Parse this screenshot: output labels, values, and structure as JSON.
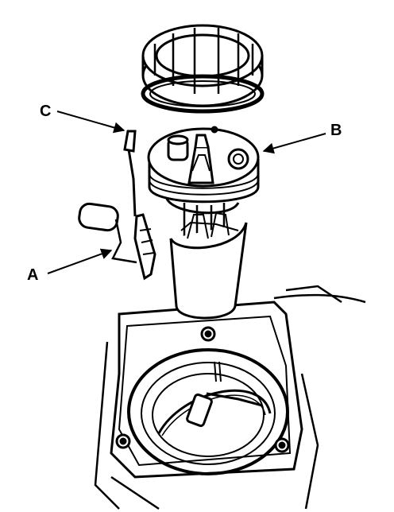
{
  "figure": {
    "callouts": {
      "a": "A",
      "b": "B",
      "c": "C"
    }
  },
  "colors": {
    "ink": "#000000",
    "paper": "#ffffff"
  }
}
